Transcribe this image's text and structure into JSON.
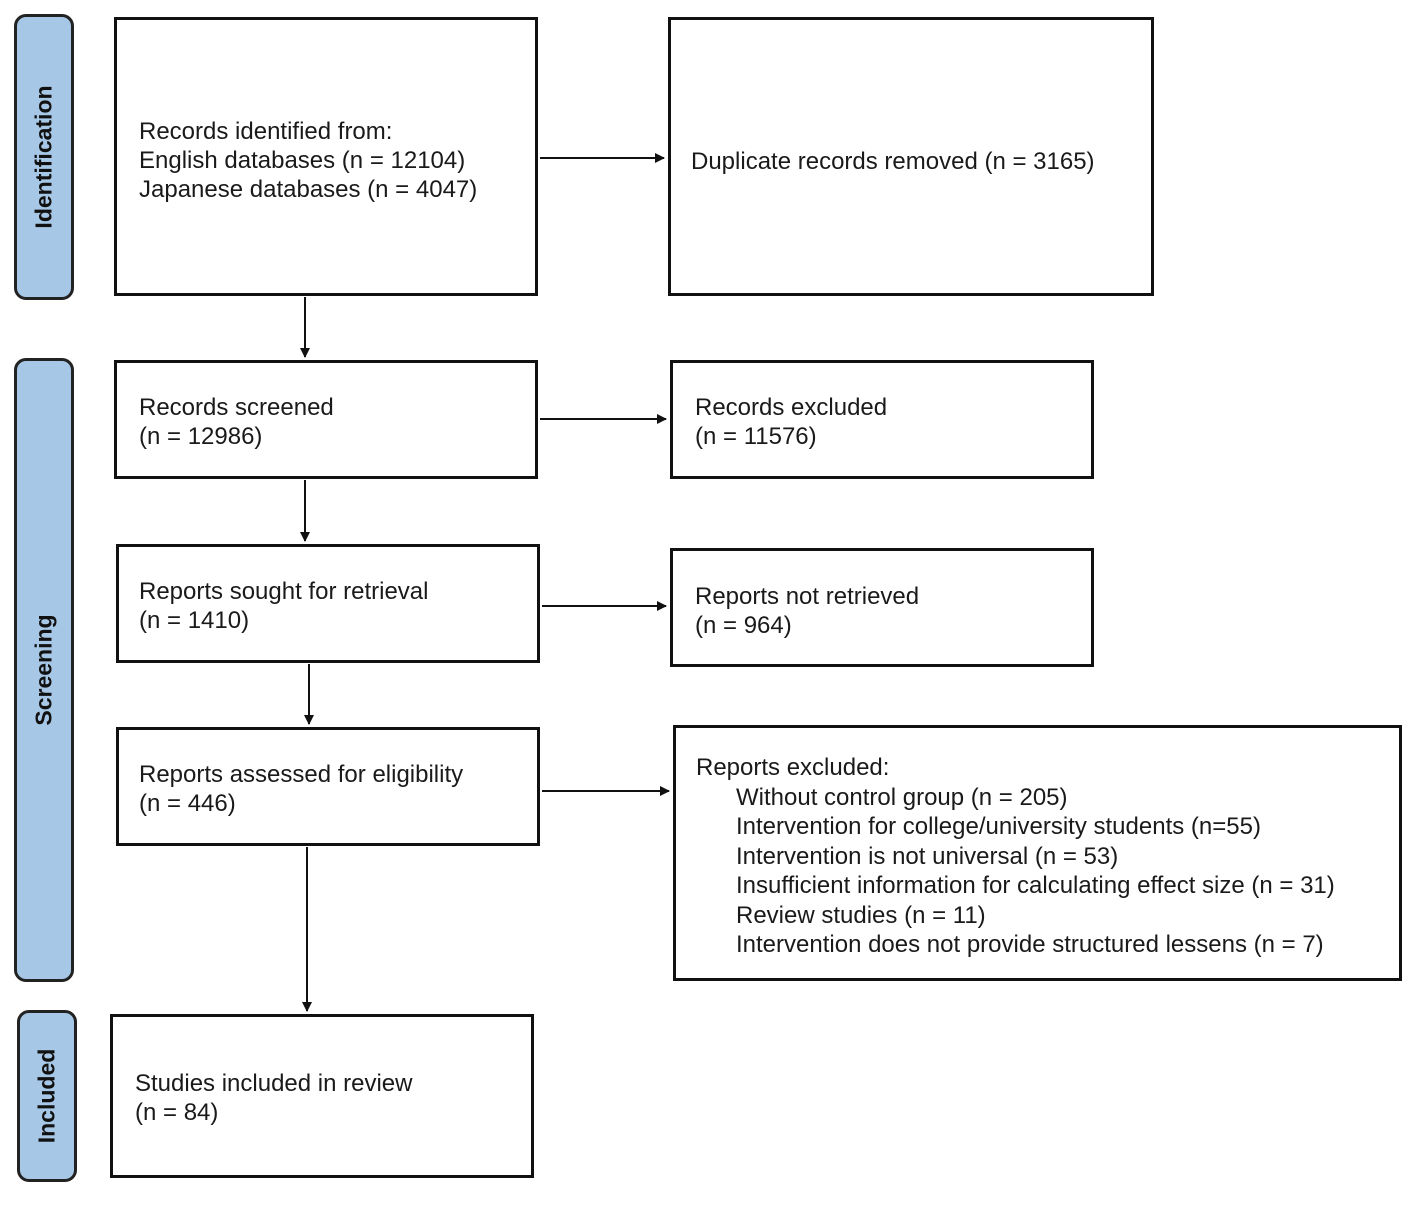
{
  "stages": {
    "identification": "Identification",
    "screening": "Screening",
    "included": "Included"
  },
  "identified": {
    "title": "Records identified from:",
    "line1": "English databases (n = 12104)",
    "line2": "Japanese databases (n = 4047)"
  },
  "duplicates": {
    "text": "Duplicate records removed (n = 3165)"
  },
  "screened": {
    "title": "Records screened",
    "count": "(n = 12986)"
  },
  "excluded": {
    "title": "Records excluded",
    "count": "(n = 11576)"
  },
  "sought": {
    "title": "Reports sought for retrieval",
    "count": "(n = 1410)"
  },
  "not_retrieved": {
    "title": "Reports not retrieved",
    "count": "(n = 964)"
  },
  "assessed": {
    "title": "Reports assessed for eligibility",
    "count": "(n = 446)"
  },
  "reports_excluded": {
    "title": "Reports excluded:",
    "reasons": [
      "Without control group (n = 205)",
      "Intervention for college/university students (n=55)",
      "Intervention is not universal (n = 53)",
      "Insufficient information for calculating effect size (n = 31)",
      "Review studies (n = 11)",
      "Intervention does not provide structured lessens (n = 7)"
    ]
  },
  "included": {
    "title": "Studies included in review",
    "count": "(n = 84)"
  }
}
